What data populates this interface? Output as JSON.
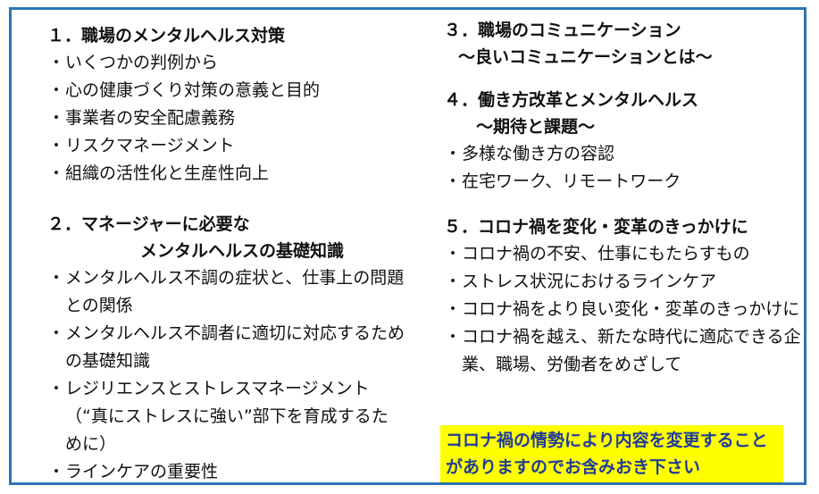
{
  "section1": {
    "title": "１．職場のメンタルヘルス対策",
    "items": [
      "いくつかの判例から",
      "心の健康づくり対策の意義と目的",
      "事業者の安全配慮義務",
      "リスクマネージメント",
      "組織の活性化と生産性向上"
    ]
  },
  "section2": {
    "title_line1": "２．マネージャーに必要な",
    "title_line2": "メンタルヘルスの基礎知識",
    "items": [
      "メンタルヘルス不調の症状と、仕事上の問題との関係",
      "メンタルヘルス不調者に適切に対応するための基礎知識",
      "レジリエンスとストレスマネージメント（“真にストレスに強い”部下を育成するために）",
      "ラインケアの重要性"
    ]
  },
  "section3": {
    "title_line1": "３．職場のコミュニケーション",
    "title_line2": "～良いコミュニケーションとは～"
  },
  "section4": {
    "title_line1": "４．働き方改革とメンタルヘルス",
    "title_line2": "～期待と課題～",
    "items": [
      "多様な働き方の容認",
      "在宅ワーク、リモートワーク"
    ]
  },
  "section5": {
    "title": "５．コロナ禍を変化・変革のきっかけに",
    "items": [
      "コロナ禍の不安、仕事にもたらすもの",
      "ストレス状況におけるラインケア",
      "コロナ禍をより良い変化・変革のきっかけに",
      "コロナ禍を越え、新たな時代に適応できる企業、職場、労働者をめざして"
    ]
  },
  "notice": {
    "text": "コロナ禍の情勢により内容を変更することがありますのでお含みおき下さい"
  },
  "bullet": "・",
  "colors": {
    "border": "#2e74b5",
    "highlight": "#ffff00",
    "notice_text": "#1f3c99"
  }
}
